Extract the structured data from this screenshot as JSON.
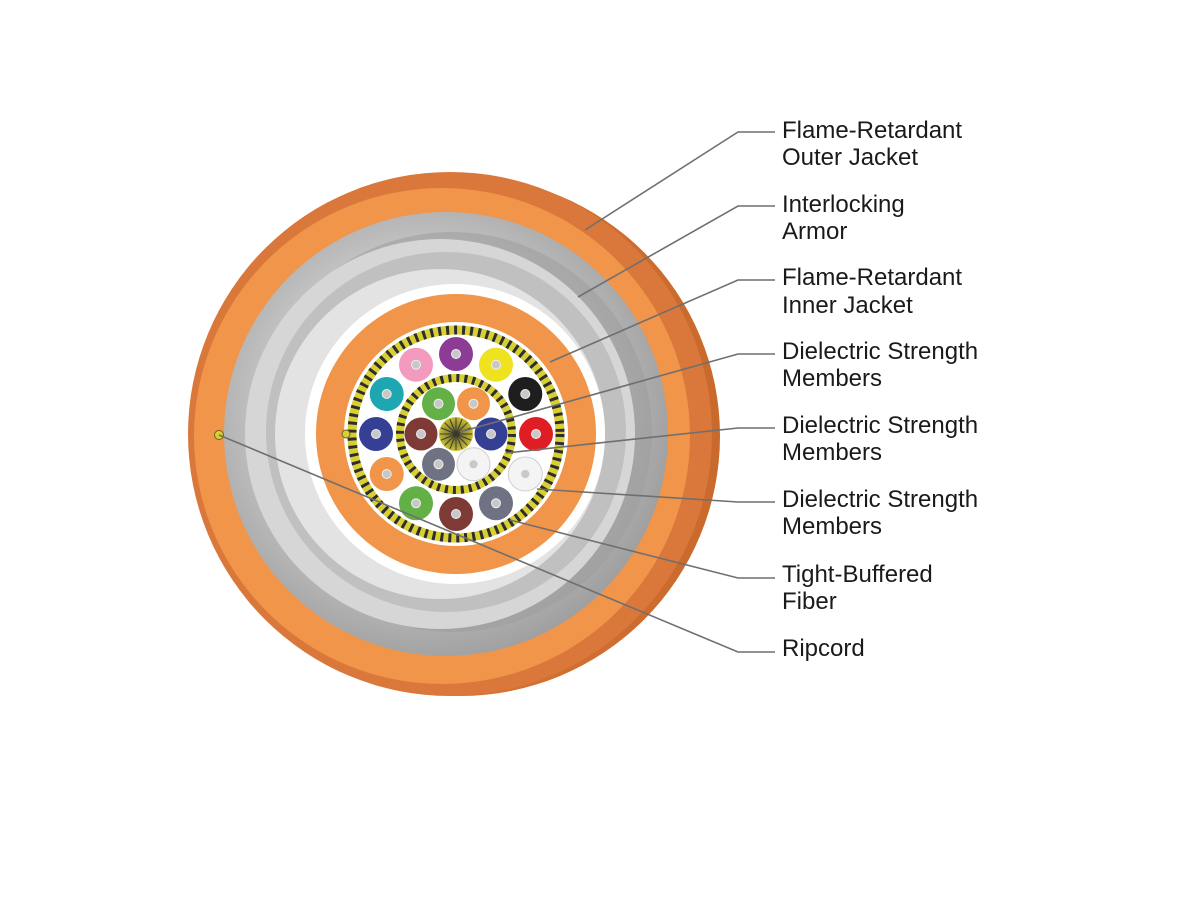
{
  "colors": {
    "jacket": "#f0954a",
    "jacket_edge": "#d9783a",
    "armor": "#b4b4b4",
    "armor_light": "#d9d9d9",
    "armor_dark": "#8c8c8c",
    "inner_jacket": "#f0954a",
    "aramid_yellow": "#d8cf33",
    "aramid_dark": "#2d2d2d",
    "fiber_core": "#bdbdbd"
  },
  "labels": [
    {
      "id": "outer-jacket",
      "lines": [
        "Flame-Retardant",
        "Outer Jacket"
      ]
    },
    {
      "id": "armor",
      "lines": [
        "Interlocking",
        "Armor"
      ]
    },
    {
      "id": "inner-jacket",
      "lines": [
        "Flame-Retardant",
        "Inner Jacket"
      ]
    },
    {
      "id": "strength-1",
      "lines": [
        "Dielectric Strength",
        "Members"
      ]
    },
    {
      "id": "strength-2",
      "lines": [
        "Dielectric Strength",
        "Members"
      ]
    },
    {
      "id": "strength-3",
      "lines": [
        "Dielectric Strength",
        "Members"
      ]
    },
    {
      "id": "fiber",
      "lines": [
        "Tight-Buffered",
        "Fiber"
      ]
    },
    {
      "id": "ripcord",
      "lines": [
        "Ripcord"
      ]
    }
  ],
  "outer_fibers": [
    {
      "color": "purple",
      "hex": "#8d3c96"
    },
    {
      "color": "yellow",
      "hex": "#efe21f"
    },
    {
      "color": "black",
      "hex": "#1e1e1e"
    },
    {
      "color": "red",
      "hex": "#e01d24"
    },
    {
      "color": "white",
      "hex": "#f4f4f4"
    },
    {
      "color": "slate",
      "hex": "#6f7283"
    },
    {
      "color": "brown",
      "hex": "#7e3b35"
    },
    {
      "color": "green",
      "hex": "#63b046"
    },
    {
      "color": "orange",
      "hex": "#f0954a"
    },
    {
      "color": "blue",
      "hex": "#353f93"
    },
    {
      "color": "aqua",
      "hex": "#1fa7b1"
    },
    {
      "color": "rose",
      "hex": "#f29bbf"
    }
  ],
  "inner_fibers": [
    {
      "color": "orange",
      "hex": "#f0954a"
    },
    {
      "color": "blue",
      "hex": "#353f93"
    },
    {
      "color": "white",
      "hex": "#f4f4f4"
    },
    {
      "color": "slate",
      "hex": "#6f7283"
    },
    {
      "color": "brown",
      "hex": "#7e3b35"
    },
    {
      "color": "green",
      "hex": "#63b046"
    }
  ]
}
